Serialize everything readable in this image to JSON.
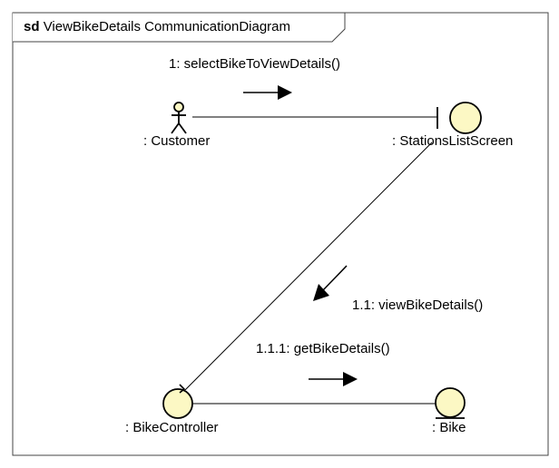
{
  "frame": {
    "keyword": "sd",
    "name": "ViewBikeDetails CommunicationDiagram"
  },
  "colors": {
    "lifeline_fill": "#fcf8c4",
    "stroke": "#000000",
    "frame_border": "#444444"
  },
  "lifelines": {
    "customer": {
      "label": ": Customer",
      "kind": "actor"
    },
    "stations_list_screen": {
      "label": ": StationsListScreen",
      "kind": "boundary"
    },
    "bike_controller": {
      "label": ": BikeController",
      "kind": "control"
    },
    "bike": {
      "label": ": Bike",
      "kind": "entity"
    }
  },
  "messages": [
    {
      "label": "1: selectBikeToViewDetails()",
      "from": "customer",
      "to": "stations_list_screen"
    },
    {
      "label": "1.1: viewBikeDetails()",
      "from": "stations_list_screen",
      "to": "bike_controller"
    },
    {
      "label": "1.1.1: getBikeDetails()",
      "from": "bike_controller",
      "to": "bike"
    }
  ]
}
